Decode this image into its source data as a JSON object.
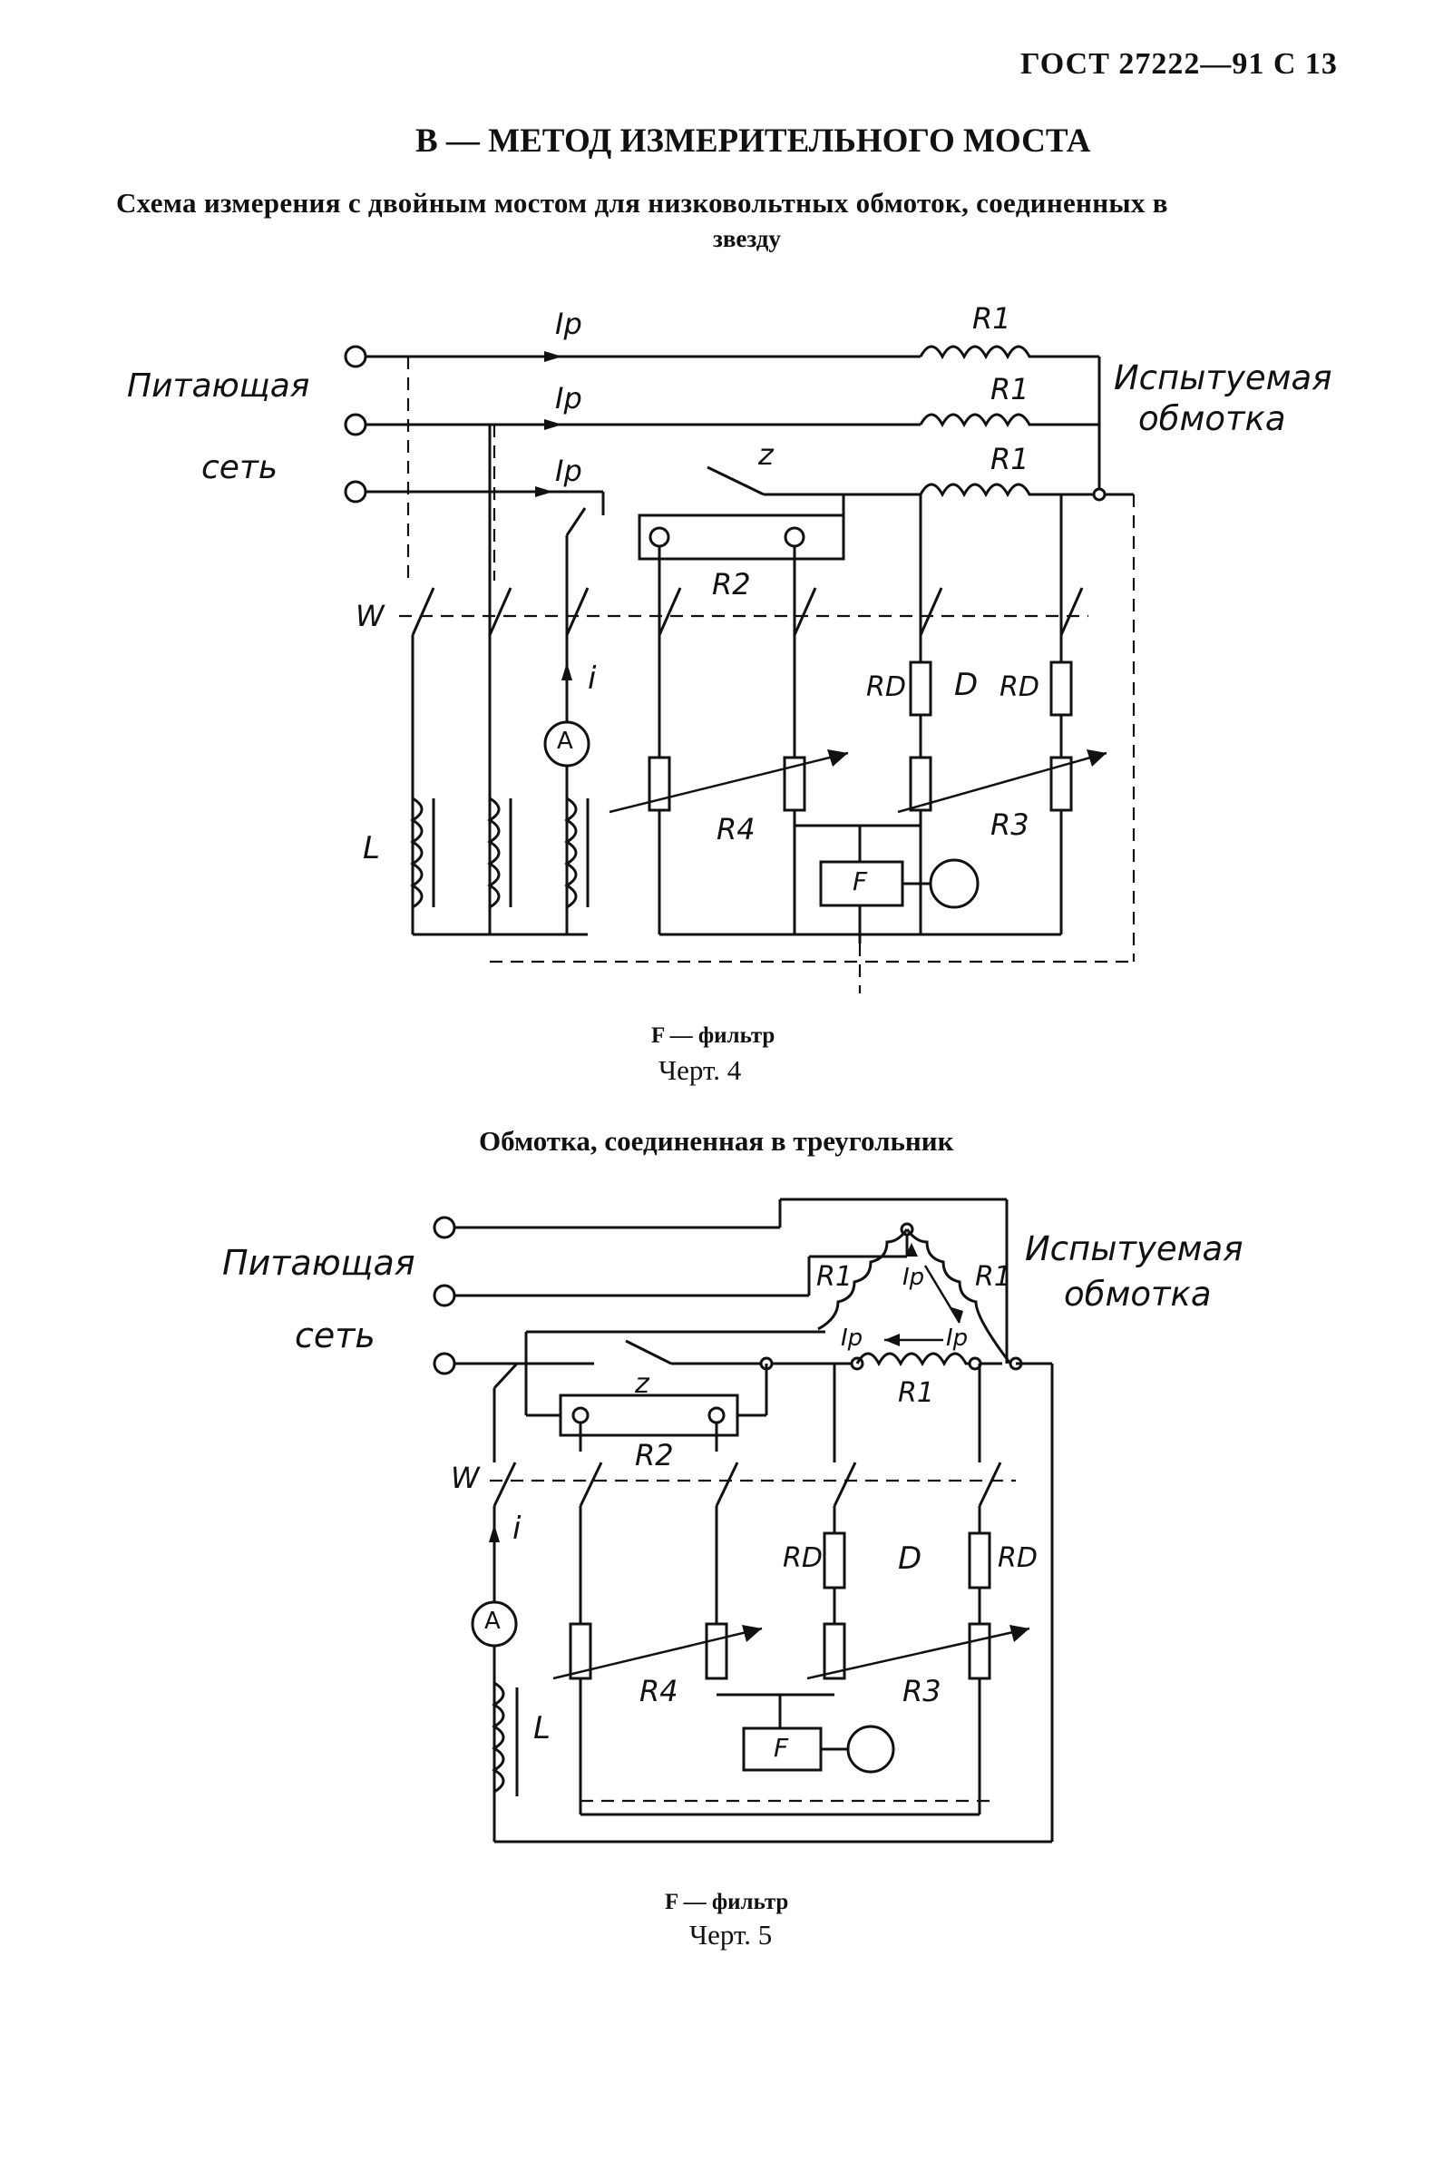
{
  "page_header": "ГОСТ 27222—91 С 13",
  "section_title": "В — МЕТОД ИЗМЕРИТЕЛЬНОГО МОСТА",
  "fig4": {
    "caption_line1": "Схема измерения с двойным мостом для низковольтных обмоток, соединенных в",
    "caption_line2": "звезду",
    "label_supply_1": "Питающая",
    "label_supply_2": "сеть",
    "label_winding_1": "Испытуемая",
    "label_winding_2": "обмотка",
    "current_label": "Ip",
    "r1": "R1",
    "r2": "R2",
    "r3": "R3",
    "r4": "R4",
    "rd": "RD",
    "d": "D",
    "z": "z",
    "w": "W",
    "l": "L",
    "i": "i",
    "ammeter": "A",
    "filter": "F",
    "legend": "F — фильтр",
    "figure_number": "Черт. 4"
  },
  "fig5": {
    "title": "Обмотка, соединенная в треугольник",
    "label_supply_1": "Питающая",
    "label_supply_2": "сеть",
    "label_winding_1": "Испытуемая",
    "label_winding_2": "обмотка",
    "current_label": "Ip",
    "r1": "R1",
    "r2": "R2",
    "r3": "R3",
    "r4": "R4",
    "rd": "RD",
    "d": "D",
    "z": "z",
    "w": "W",
    "l": "L",
    "i": "i",
    "ammeter": "A",
    "filter": "F",
    "legend": "F — фильтр",
    "figure_number": "Черт. 5"
  }
}
